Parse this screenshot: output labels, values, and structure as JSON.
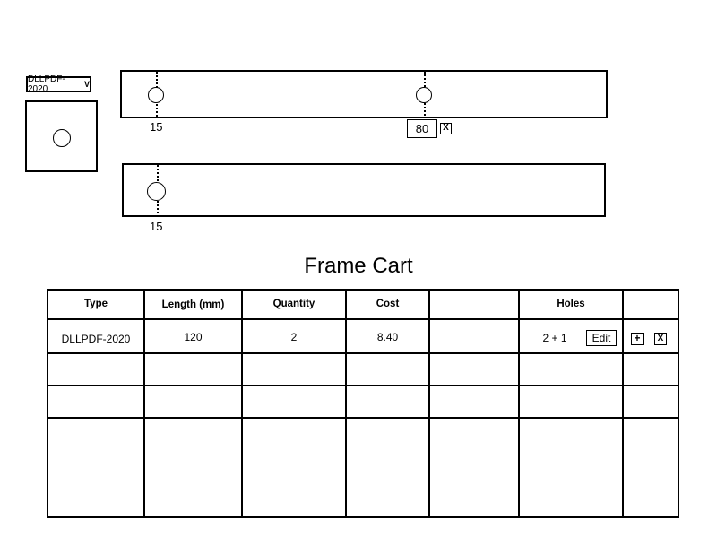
{
  "profile": {
    "selected": "DLLPDF-2020",
    "chevron_glyph": "V",
    "preview_icon": "profile-hole-circle"
  },
  "beams": [
    {
      "holes": [
        {
          "label": "15"
        },
        {
          "value": "80",
          "remove_glyph": "X"
        }
      ]
    },
    {
      "holes": [
        {
          "label": "15"
        }
      ]
    }
  ],
  "cart": {
    "title": "Frame Cart",
    "headers": [
      "Type",
      "Length (mm)",
      "Quantity",
      "Cost",
      "",
      "Holes",
      ""
    ],
    "rows": [
      {
        "type": "DLLPDF-2020",
        "length": "120",
        "quantity": "2",
        "cost": "8.40",
        "holes": "2 + 1",
        "edit_label": "Edit",
        "add_glyph": "+",
        "remove_glyph": "X"
      }
    ]
  }
}
